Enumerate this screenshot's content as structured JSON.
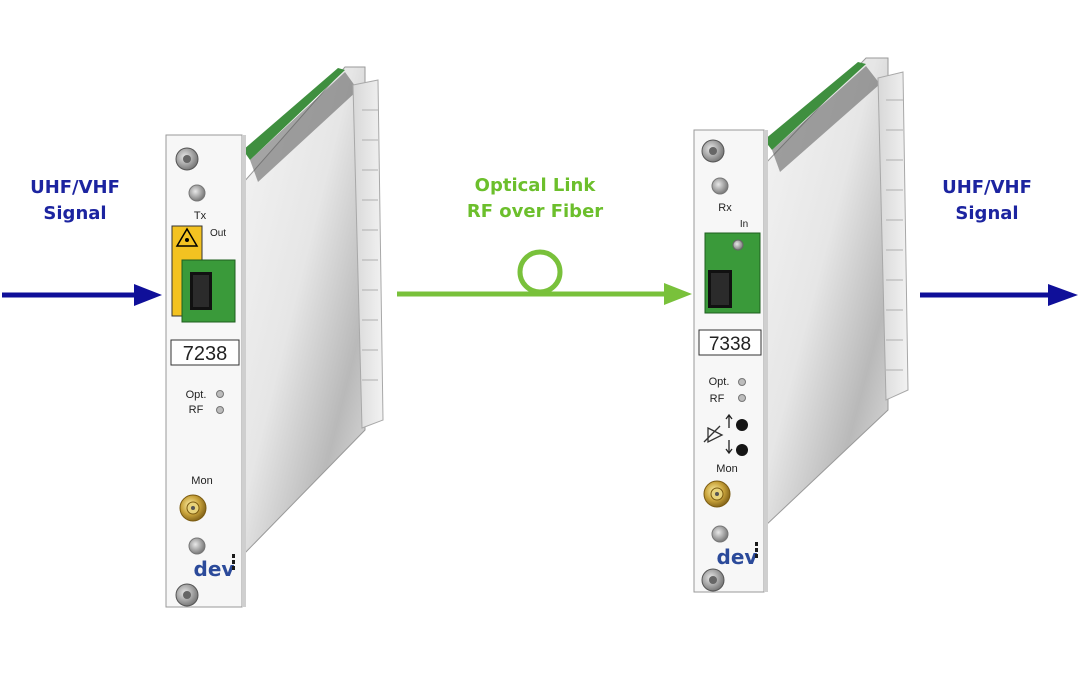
{
  "colors": {
    "signal_arrow": "#0f0f99",
    "optical_link": "#79c13b",
    "signal_text": "#1c24a0",
    "link_text": "#6cbf2c",
    "connector_green": "#3a9a3a",
    "pcb_green": "#3f8f3f",
    "dev_logo": "#2b4a9a"
  },
  "left_signal": {
    "line1": "UHF/VHF",
    "line2": "Signal"
  },
  "right_signal": {
    "line1": "UHF/VHF",
    "line2": "Signal"
  },
  "optical_link": {
    "line1": "Optical Link",
    "line2": "RF over Fiber"
  },
  "transmitter": {
    "mode_label": "Tx",
    "port_label": "Out",
    "model": "7238",
    "led_labels": [
      "Opt.",
      "RF"
    ],
    "mon_label": "Mon",
    "logo": "dev"
  },
  "receiver": {
    "mode_label": "Rx",
    "port_label": "In",
    "model": "7338",
    "led_labels": [
      "Opt.",
      "RF"
    ],
    "mon_label": "Mon",
    "logo": "dev"
  }
}
